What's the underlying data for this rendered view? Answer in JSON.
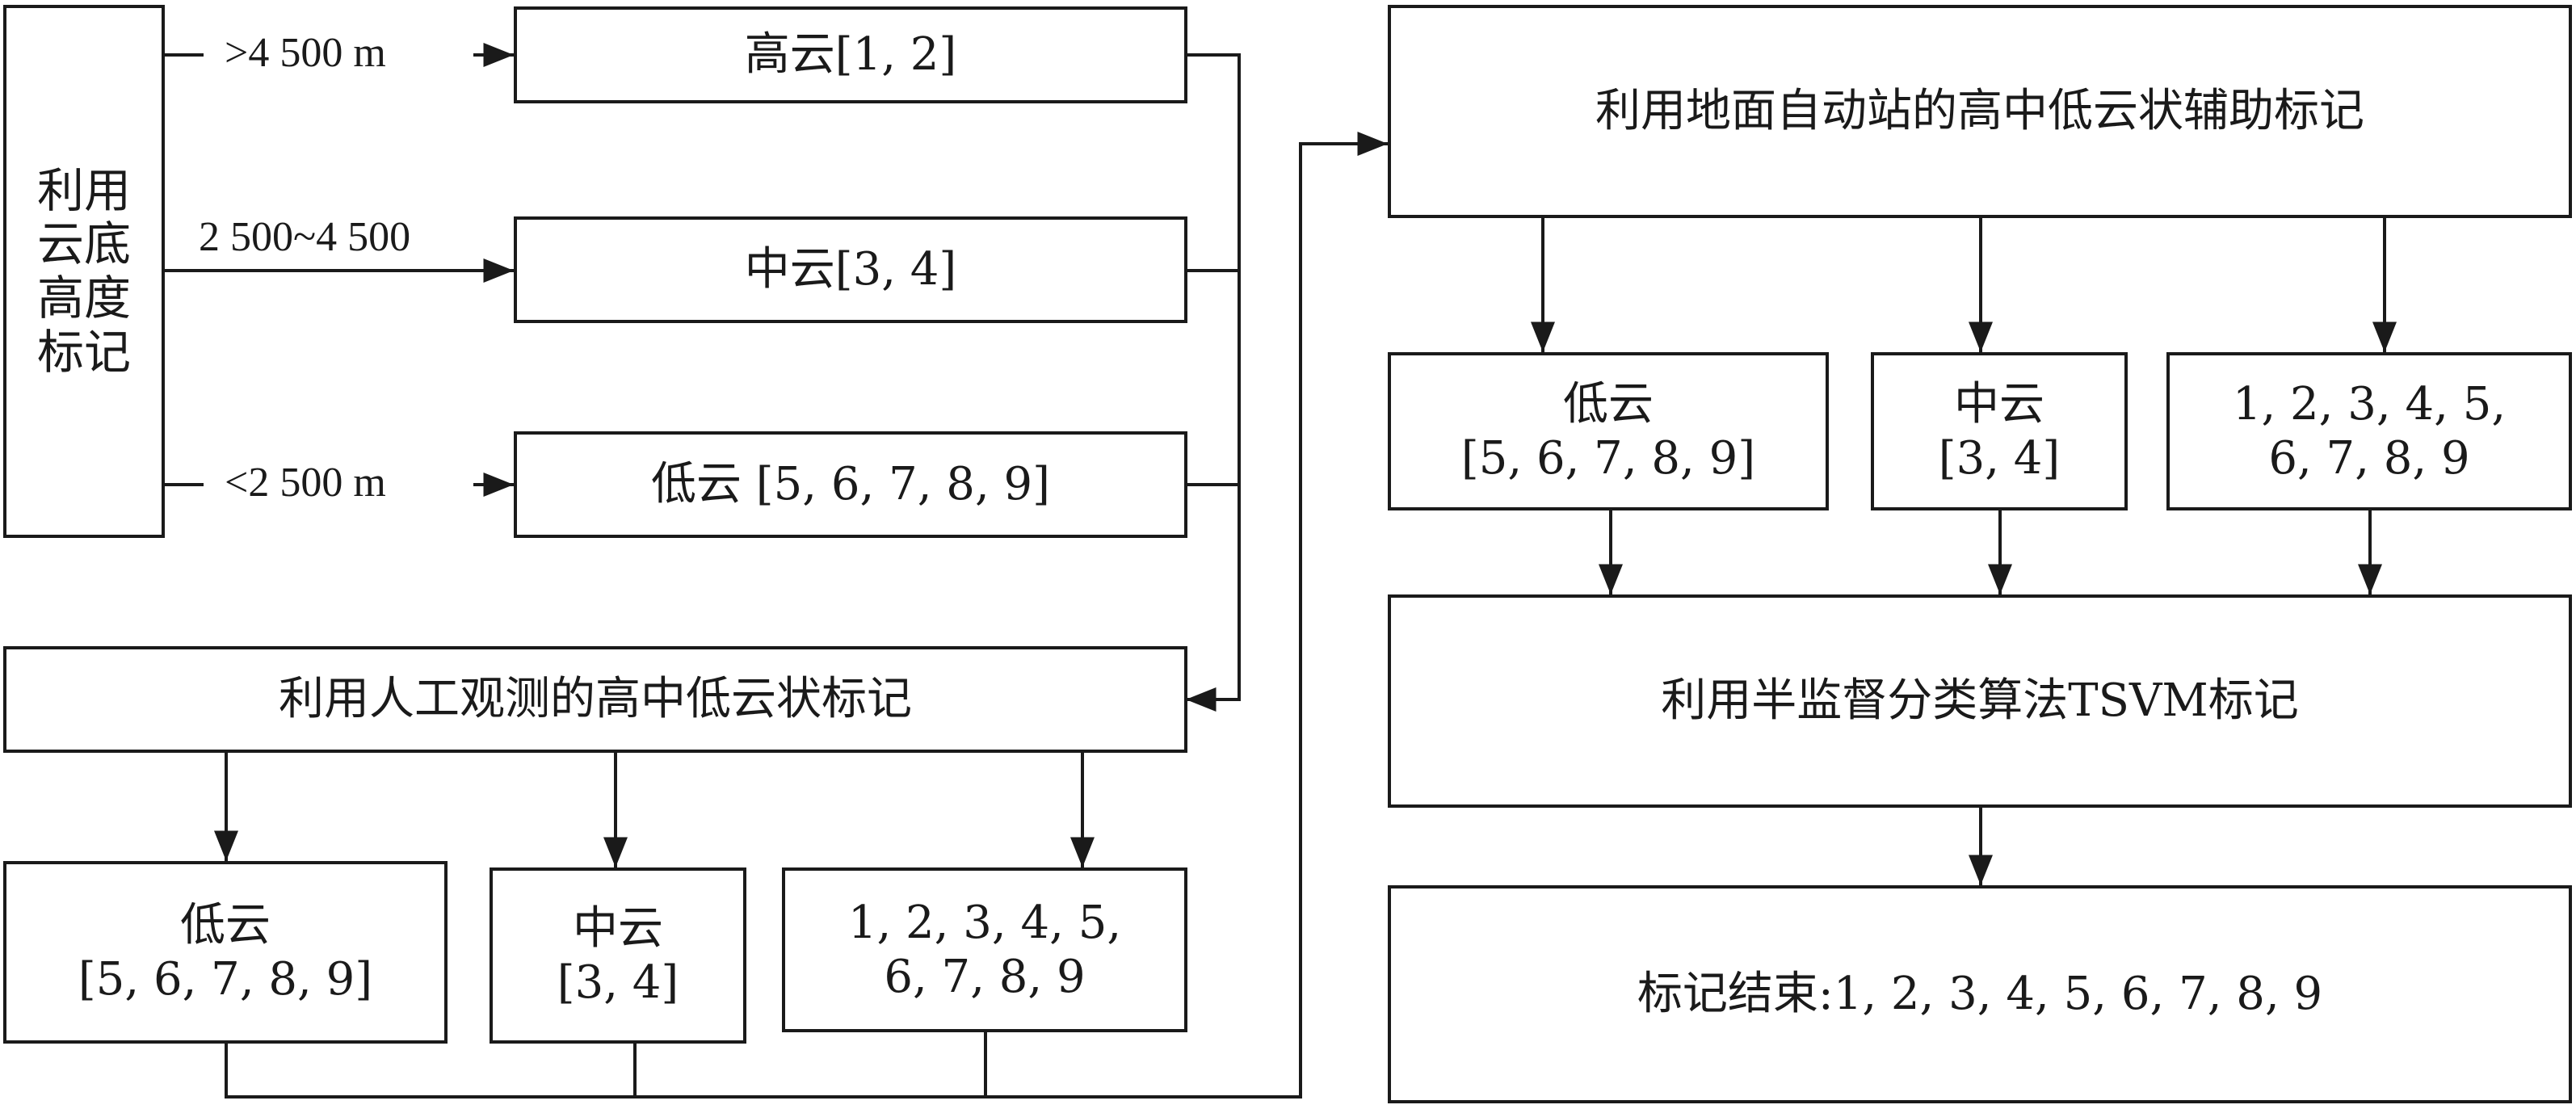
{
  "cloud_base": {
    "box_lines": [
      "利用",
      "云底",
      "高度",
      "标记"
    ],
    "thresholds": {
      "high": ">4 500 m",
      "mid": "2 500~4 500",
      "low": "<2 500 m"
    }
  },
  "height_classes": {
    "high": "高云[1, 2]",
    "mid": "中云[3, 4]",
    "low": "低云 [5, 6, 7, 8, 9]"
  },
  "manual": {
    "title": "利用人工观测的高中低云状标记",
    "low": {
      "line1": "低云",
      "line2": "[5, 6, 7, 8, 9]"
    },
    "mid": {
      "line1": "中云",
      "line2": "[3, 4]"
    },
    "rest": {
      "line1": "1, 2, 3, 4, 5,",
      "line2": "6, 7, 8, 9"
    }
  },
  "auto_station": {
    "title": "利用地面自动站的高中低云状辅助标记",
    "low": {
      "line1": "低云",
      "line2": "[5, 6, 7, 8, 9]"
    },
    "mid": {
      "line1": "中云",
      "line2": "[3, 4]"
    },
    "rest": {
      "line1": "1, 2, 3, 4, 5,",
      "line2": "6, 7, 8, 9"
    }
  },
  "tsvm": {
    "title": "利用半监督分类算法TSVM标记"
  },
  "result": {
    "title": "标记结束:1, 2, 3, 4, 5, 6, 7, 8, 9"
  }
}
